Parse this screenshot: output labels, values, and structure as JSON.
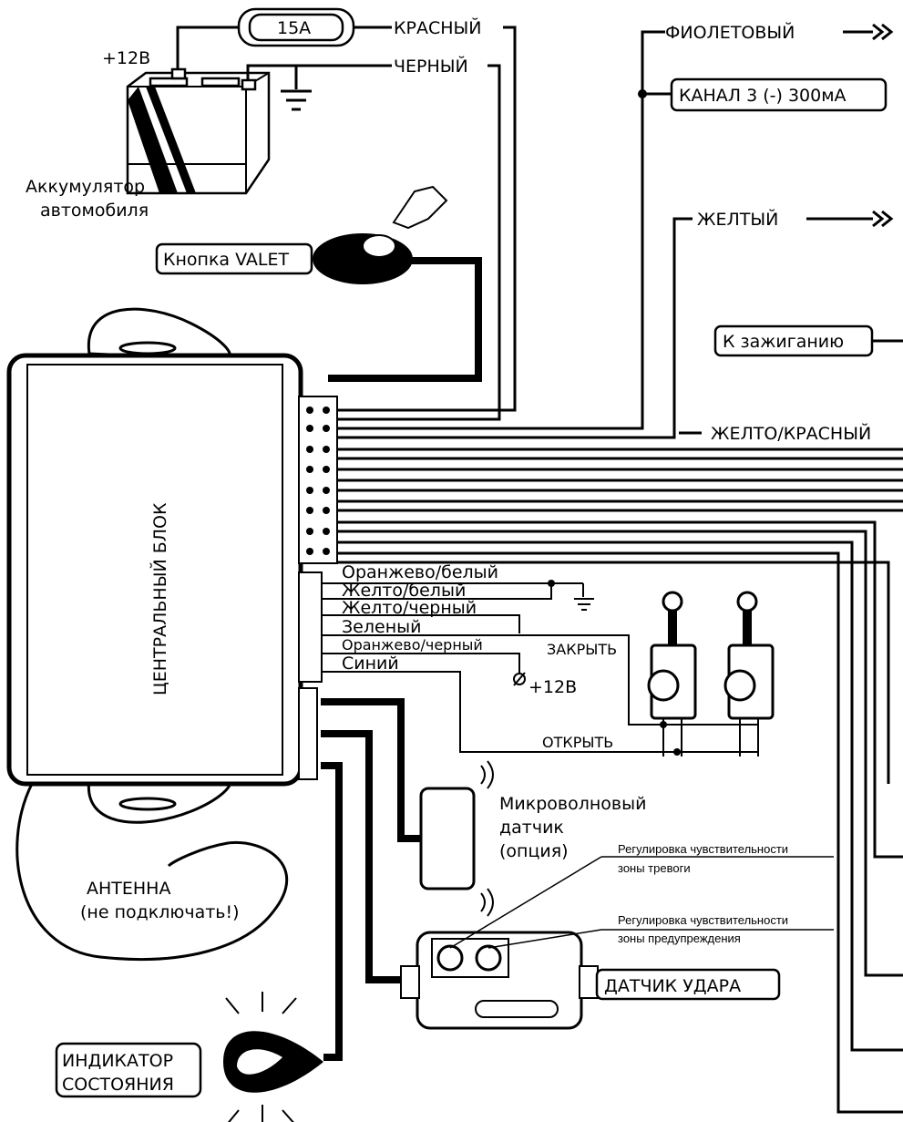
{
  "fuse": {
    "label": "15A"
  },
  "battery": {
    "plus_label": "+12В",
    "caption_line1": "Аккумулятор",
    "caption_line2": "автомобиля"
  },
  "wires": {
    "red": "КРАСНЫЙ",
    "black": "ЧЕРНЫЙ",
    "violet": "ФИОЛЕТОВЫЙ",
    "yellow": "ЖЕЛТЫЙ",
    "yellow_red": "ЖЕЛТО/КРАСНЫЙ",
    "orange_white": "Оранжево/белый",
    "yellow_white": "Желто/белый",
    "yellow_black": "Желто/черный",
    "green": "Зеленый",
    "orange_black": "Оранжево/черный",
    "blue": "Синий"
  },
  "labels": {
    "channel3": "КАНАЛ 3 (-) 300мА",
    "to_ignition": "К зажиганию",
    "valet_button": "Кнопка VALET",
    "central_unit": "ЦЕНТРАЛЬНЫЙ БЛОК",
    "close": "ЗАКРЫТЬ",
    "open": "ОТКРЫТЬ",
    "plus12": "+12В",
    "microwave_line1": "Микроволновый",
    "microwave_line2": "датчик",
    "microwave_line3": "(опция)",
    "antenna_line1": "АНТЕННА",
    "antenna_line2": "(не подключать!)",
    "alarm_adjust_line1": "Регулировка чувствительности",
    "alarm_adjust_line2": "зоны тревоги",
    "warn_adjust_line1": "Регулировка чувствительности",
    "warn_adjust_line2": "зоны предупреждения",
    "shock_sensor": "ДАТЧИК УДАРА",
    "indicator_line1": "ИНДИКАТОР",
    "indicator_line2": "СОСТОЯНИЯ"
  }
}
